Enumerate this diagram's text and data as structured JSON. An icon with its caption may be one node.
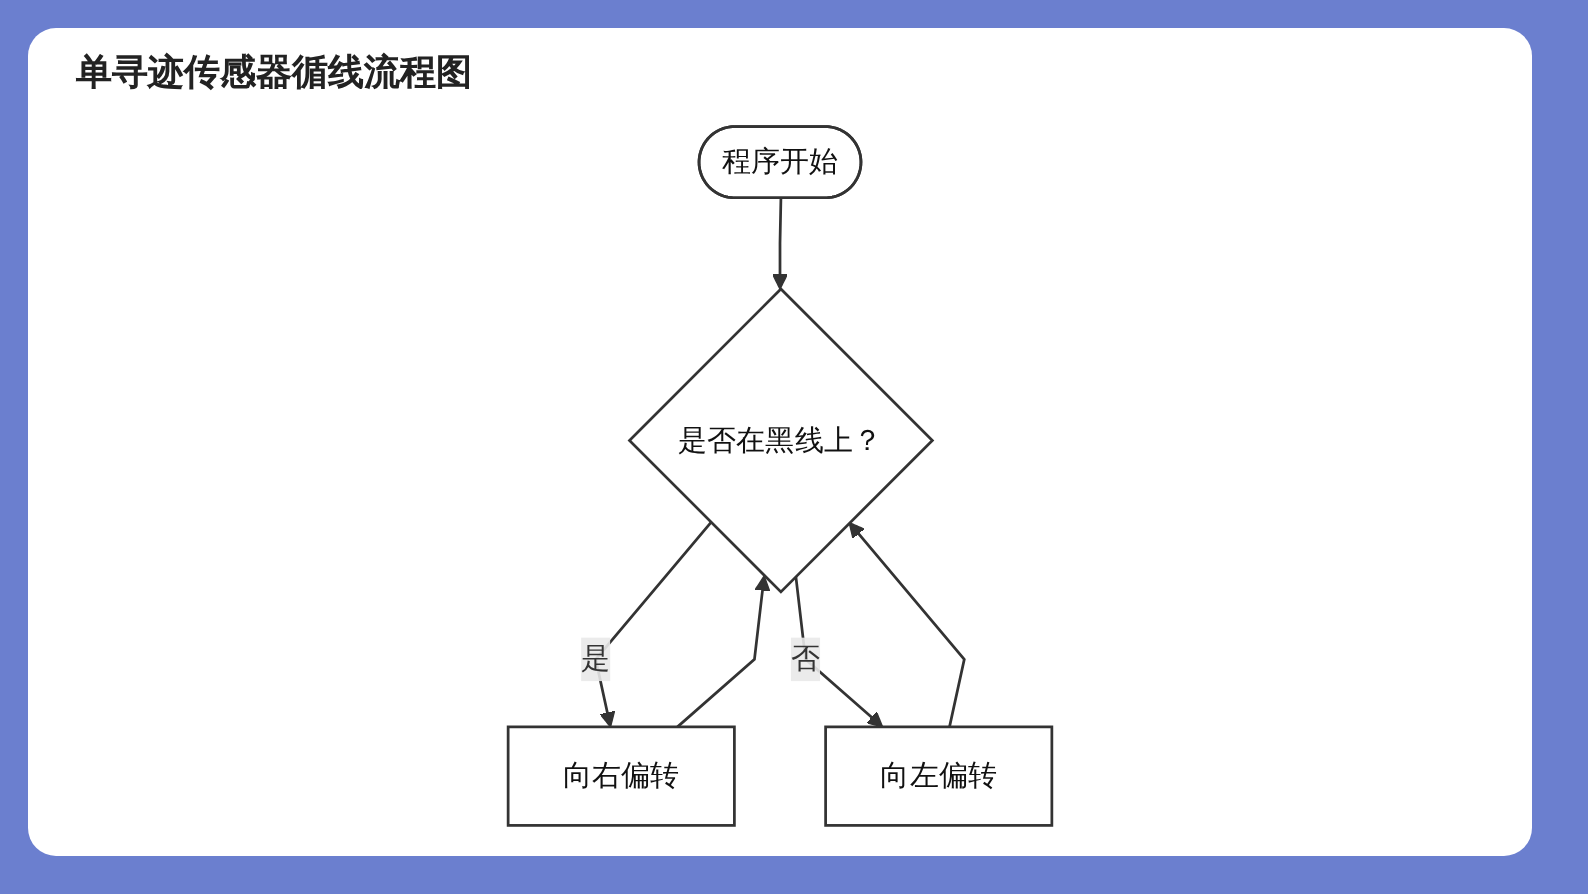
{
  "diagram": {
    "title": "单寻迹传感器循线流程图",
    "nodes": [
      {
        "text": [
          "程序开始"
        ]
      },
      {
        "text": [
          "是否在黑线上？"
        ]
      },
      {
        "text": [
          "向右偏转"
        ]
      },
      {
        "text": [
          "向左偏转"
        ]
      }
    ],
    "edges": [
      {
        "from": 0,
        "to": 1,
        "arrow": "to"
      },
      {
        "from": 1,
        "to": 2,
        "arrow": "to",
        "label": "是"
      },
      {
        "from": 1,
        "to": 3,
        "arrow": "to",
        "label": "否"
      },
      {
        "from": 2,
        "to": 1,
        "arrow": "to"
      },
      {
        "from": 3,
        "to": 1,
        "arrow": "to"
      }
    ]
  }
}
